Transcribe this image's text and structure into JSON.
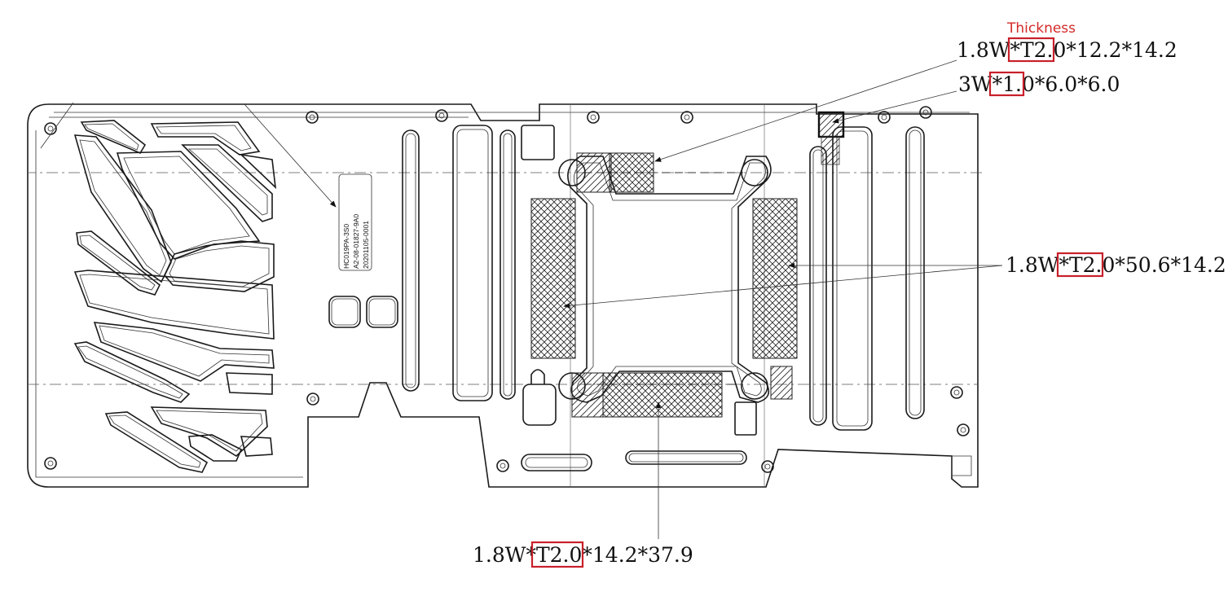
{
  "annotation": {
    "thickness_label": "Thickness",
    "highlight_color": "#c8202a"
  },
  "callouts": [
    {
      "id": "pad-top",
      "prefix": "1.8W*",
      "thickness": "T2.0",
      "suffix": "*12.2*14.2"
    },
    {
      "id": "pad-small",
      "prefix": "3W*",
      "thickness": "1.0",
      "suffix": "*6.0*6.0"
    },
    {
      "id": "pad-right",
      "prefix": "1.8W*",
      "thickness": "T2.0",
      "suffix": "*50.6*14.2"
    },
    {
      "id": "pad-bottom",
      "prefix": "1.8W*",
      "thickness": "T2.0",
      "suffix": "*14.2*37.9"
    }
  ],
  "part_label": {
    "line1": "HC019PA-3S0",
    "line2": "A2-08-01827-9A0",
    "line3": "20201105-0001"
  }
}
